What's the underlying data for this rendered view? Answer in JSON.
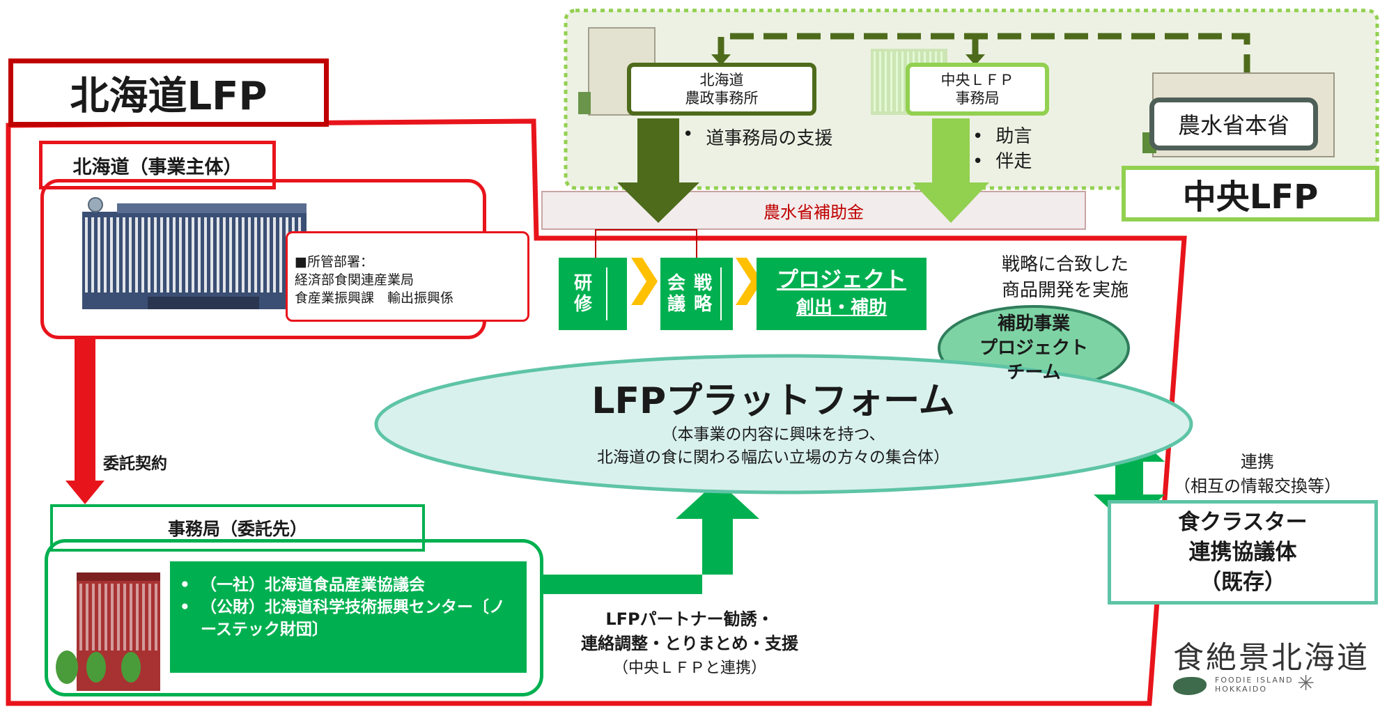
{
  "hokkaido_lfp": {
    "title": "北海道LFP",
    "entity_label": "北海道（事業主体）",
    "department": {
      "line1": "■所管部署：",
      "line2": "経済部食関連産業局",
      "line3": "食産業振興課　輸出振興係"
    },
    "contract_label": "委託契約",
    "secretariat_label": "事務局（委託先）",
    "secretariat_members": [
      "（一社）北海道食品産業協議会",
      "（公財）北海道科学技術振興センター〔ノーステック財団〕"
    ],
    "partner_text": {
      "line1": "LFPパートナー勧誘・",
      "line2": "連絡調整・とりまとめ・支援",
      "line3": "（中央ＬＦＰと連携）"
    }
  },
  "central_lfp": {
    "title": "中央LFP",
    "office_hokkaido": {
      "line1": "北海道",
      "line2": "農政事務所"
    },
    "office_central": {
      "line1": "中央ＬＦＰ",
      "line2": "事務局"
    },
    "ministry": "農水省本省",
    "support_hokkaido": "道事務局の支援",
    "support_central": [
      "助言",
      "伴走"
    ]
  },
  "subsidy_label": "農水省補助金",
  "process": {
    "training": "研修",
    "meeting": "会議",
    "strategy": "戦略",
    "project_line1": "プロジェクト",
    "project_line2": "創出・補助"
  },
  "strategy_note": {
    "line1": "戦略に合致した",
    "line2": "商品開発を実施"
  },
  "project_team": {
    "line1": "補助事業",
    "line2": "プロジェクト",
    "line3": "チーム"
  },
  "platform": {
    "title": "LFPプラットフォーム",
    "sub1": "（本事業の内容に興味を持つ、",
    "sub2": "北海道の食に関わる幅広い立場の方々の集合体）"
  },
  "cooperation": {
    "line1": "連携",
    "line2": "（相互の情報交換等）"
  },
  "food_cluster": {
    "line1": "食クラスター",
    "line2": "連携協議体",
    "line3": "（既存）"
  },
  "logo": {
    "main": "食絶景北海道",
    "sub1": "FOODIE ISLAND",
    "sub2": "HOKKAIDO"
  },
  "colors": {
    "red": "#e8141b",
    "dark_red": "#c00000",
    "green": "#00b050",
    "dark_olive": "#4e6b1c",
    "light_green": "#92d050",
    "teal": "#5ec4a6",
    "mint": "#d8f1ec",
    "team_green": "#7ed3a4",
    "arrow_yellow": "#ffc000"
  }
}
